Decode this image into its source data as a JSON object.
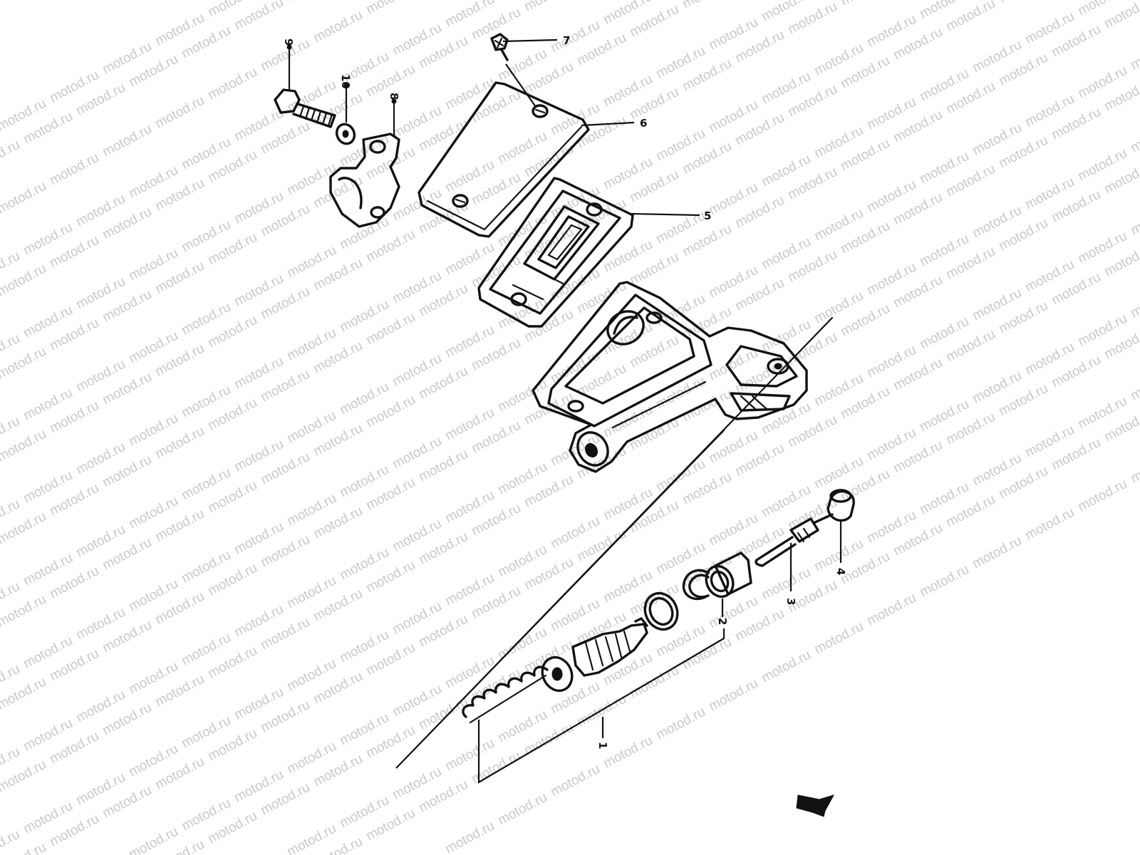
{
  "watermark": {
    "text": "motod.ru"
  },
  "callouts": {
    "c1": "1",
    "c2": "2",
    "c3": "3",
    "c4": "4",
    "c5": "5",
    "c6": "6",
    "c7": "7",
    "c8": "8",
    "c9": "9",
    "c10": "10"
  },
  "colors": {
    "ink": "#111111",
    "watermark": "#c9c9c9",
    "background": "#ffffff"
  }
}
